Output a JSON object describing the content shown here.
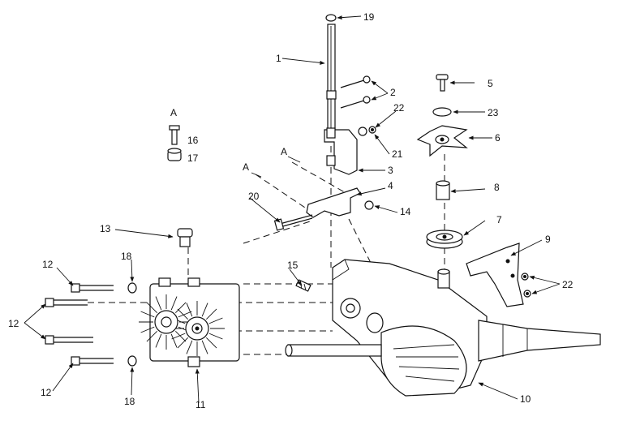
{
  "labels": {
    "p1": "1",
    "p2": "2",
    "p3": "3",
    "p4": "4",
    "p5": "5",
    "p6": "6",
    "p7": "7",
    "p8": "8",
    "p9": "9",
    "p10": "10",
    "p11": "11",
    "p12a": "12",
    "p12b": "12",
    "p12c": "12",
    "p13": "13",
    "p14": "14",
    "p15": "15",
    "p16": "16",
    "p17": "17",
    "p18a": "18",
    "p18b": "18",
    "p19": "19",
    "p20": "20",
    "p21": "21",
    "p22a": "22",
    "p22b": "22",
    "p23": "23",
    "detail_a": "A",
    "ref_a1": "A",
    "ref_a2": "A"
  }
}
